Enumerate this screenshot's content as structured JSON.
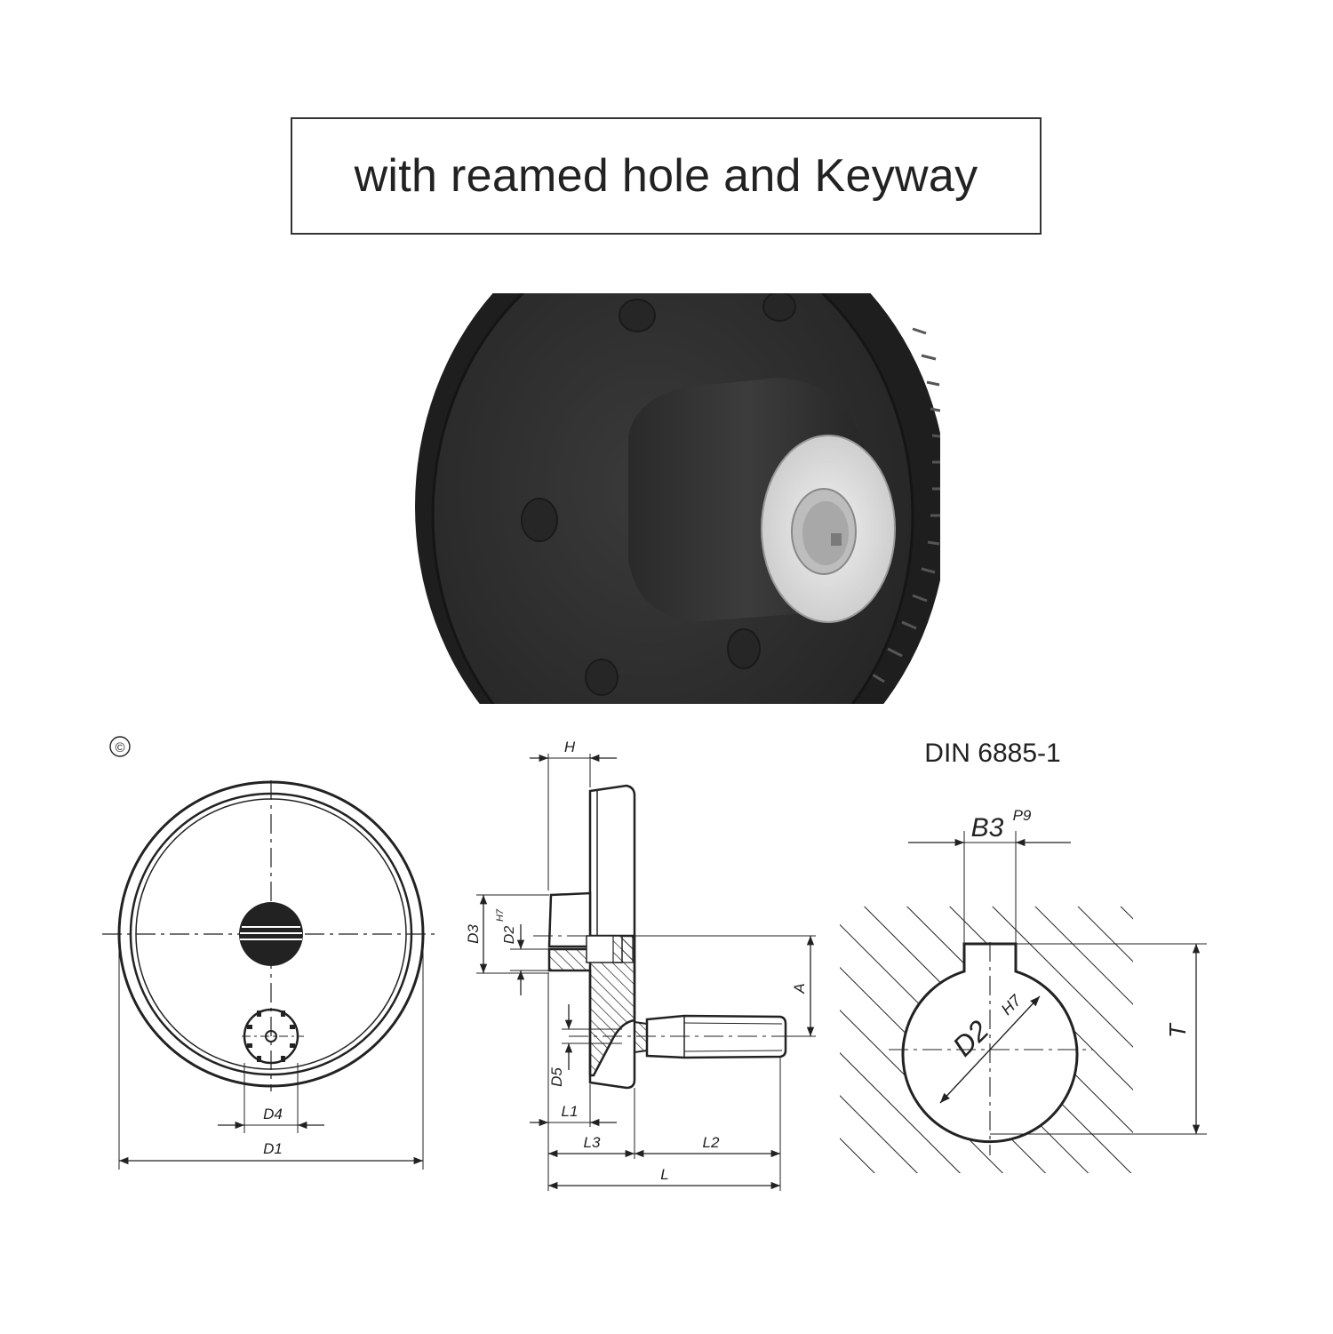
{
  "header": {
    "title": "with reamed hole and Keyway"
  },
  "drawing": {
    "copyright_mark": "©",
    "standard": "DIN 6885-1",
    "front_view": {
      "labels": {
        "d4": "D4",
        "d1": "D1"
      }
    },
    "side_view": {
      "labels": {
        "h": "H",
        "d3": "D3",
        "d2": "D2",
        "d2_tol": "H7",
        "a": "A",
        "d5": "D5",
        "l1": "L1",
        "l3": "L3",
        "l2": "L2",
        "l": "L"
      }
    },
    "keyway_view": {
      "labels": {
        "b3": "B3",
        "b3_tol": "P9",
        "d2": "D2",
        "d2_tol": "H7",
        "t": "T"
      }
    }
  },
  "colors": {
    "ink": "#222222",
    "wheel_dark": "#2e2e2e",
    "bore_metal": "#d8d8d8"
  }
}
